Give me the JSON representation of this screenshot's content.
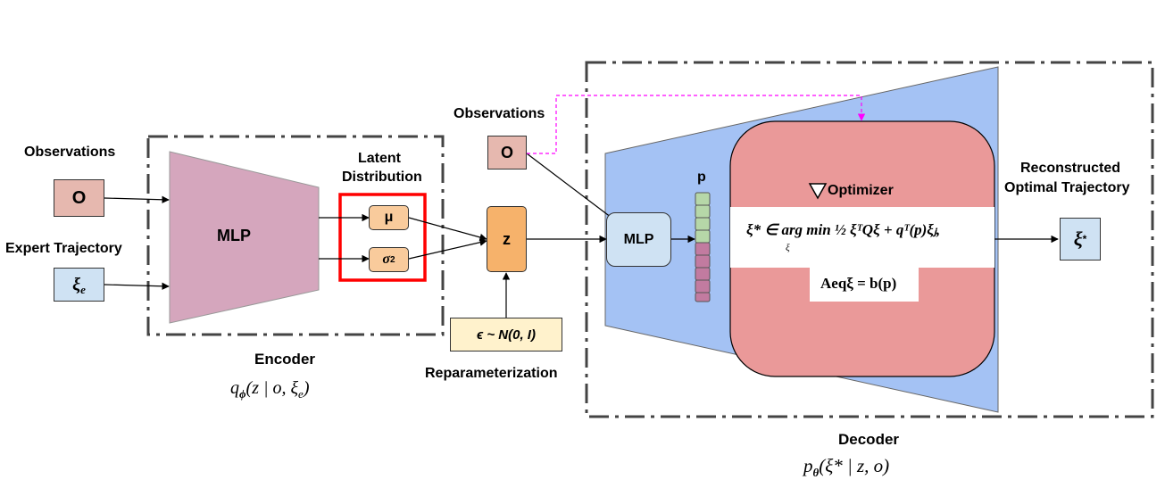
{
  "encoder": {
    "obs_label": "Observations",
    "obs_box": "O",
    "expert_label": "Expert Trajectory",
    "expert_box": "ξ",
    "expert_sub": "e",
    "mlp": "MLP",
    "latent_line1": "Latent",
    "latent_line2": "Distribution",
    "mu": "μ",
    "sigma": "σ",
    "sigma_sup": "2",
    "title": "Encoder",
    "formula": "q",
    "formula_sub": "ϕ",
    "formula_rest": "(z | o, ξ",
    "formula_sub2": "e",
    "formula_end": ")"
  },
  "reparam": {
    "z": "z",
    "noise_box": "ϵ ~ N(0, I)",
    "label": "Reparameterization"
  },
  "decoder": {
    "obs_label": "Observations",
    "obs_box": "O",
    "mlp": "MLP",
    "p_label": "p",
    "optimizer": "Optimizer",
    "eq1": "ξ* ∈ arg min ½ ξᵀQξ + qᵀ(p)ξⱼ,",
    "eq1_sub": "ξ",
    "eq2": "Aeqξ = b(p)",
    "recon_line1": "Reconstructed",
    "recon_line2": "Optimal Trajectory",
    "out_box": "ξ",
    "out_sup": "*",
    "title": "Decoder",
    "formula": "p",
    "formula_sub": "θ",
    "formula_rest": "(ξ* | z, o)"
  },
  "colors": {
    "mlp_encoder": "#d5a6bd",
    "obs_box": "#e6b8af",
    "expert_box": "#cfe2f3",
    "latent_box": "#f9cb9c",
    "z_box": "#f6b26b",
    "noise_box": "#fff2cc",
    "decoder_trapezoid": "#a4c2f4",
    "optimizer": "#ea9999",
    "p_green": "#b6d7a8",
    "p_purple": "#c27ba0",
    "latent_border": "#ff0000",
    "dashed_link": "#ff00ff"
  }
}
